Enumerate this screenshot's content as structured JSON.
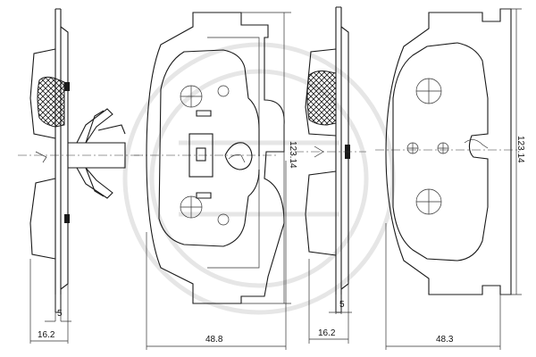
{
  "dimensions": {
    "view1_height": "123.14",
    "view1_width": "48.8",
    "view1_thickness": "16.2",
    "view1_plate": "5",
    "view2_height": "123.14",
    "view2_width": "48.3",
    "view2_thickness": "16.2",
    "view2_plate": "5"
  },
  "watermark_icon": "circular-logo-watermark",
  "colors": {
    "line": "#1a1a1a",
    "background": "#ffffff"
  }
}
